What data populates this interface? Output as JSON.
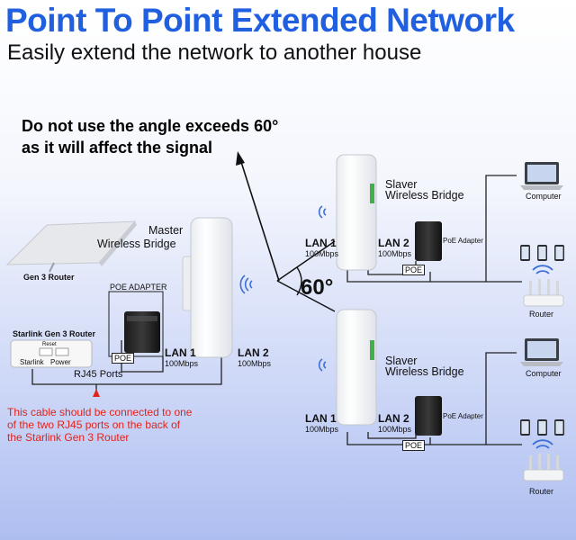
{
  "title": "Point To Point Extended Network",
  "subtitle": "Easily extend the network to another house",
  "warning": {
    "line1": "Do not use the angle exceeds 60°",
    "line2": "as it will affect the signal"
  },
  "angle": "60°",
  "master": {
    "name_line1": "Master",
    "name_line2": "Wireless Bridge",
    "poe_adapter_label": "POE ADAPTER",
    "poe_label": "POE",
    "lan1": "LAN 1",
    "lan1_speed": "100Mbps",
    "lan2": "LAN 2",
    "lan2_speed": "100Mbps"
  },
  "starlink": {
    "dish_label": "Gen 3 Router",
    "router_label": "Starlink Gen 3 Router",
    "reset_label": "Reset",
    "port_starlink": "Starlink",
    "port_power": "Power",
    "rj45_label": "RJ45 Ports"
  },
  "note": {
    "line1": "This cable should be connected to one",
    "line2": "of the two RJ45 ports on the back of",
    "line3": "the Starlink Gen 3 Router"
  },
  "slave_top": {
    "name_line1": "Slaver",
    "name_line2": "Wireless Bridge",
    "lan1": "LAN 1",
    "lan1_speed": "100Mbps",
    "lan2": "LAN 2",
    "lan2_speed": "100Mbps",
    "poe_adapter_label": "PoE Adapter",
    "poe_label": "POE",
    "computer_label": "Computer",
    "router_label": "Router"
  },
  "slave_bottom": {
    "name_line1": "Slaver",
    "name_line2": "Wireless Bridge",
    "lan1": "LAN 1",
    "lan1_speed": "100Mbps",
    "lan2": "LAN 2",
    "lan2_speed": "100Mbps",
    "poe_adapter_label": "PoE Adapter",
    "poe_label": "POE",
    "computer_label": "Computer",
    "router_label": "Router"
  },
  "colors": {
    "title": "#1f5fe0",
    "note": "#e0241c",
    "wifi": "#3a6fd8"
  },
  "icons": [
    "wifi-icon",
    "laptop-icon",
    "router-icon",
    "phone-icon",
    "poe-adapter-icon",
    "satellite-dish-icon"
  ]
}
